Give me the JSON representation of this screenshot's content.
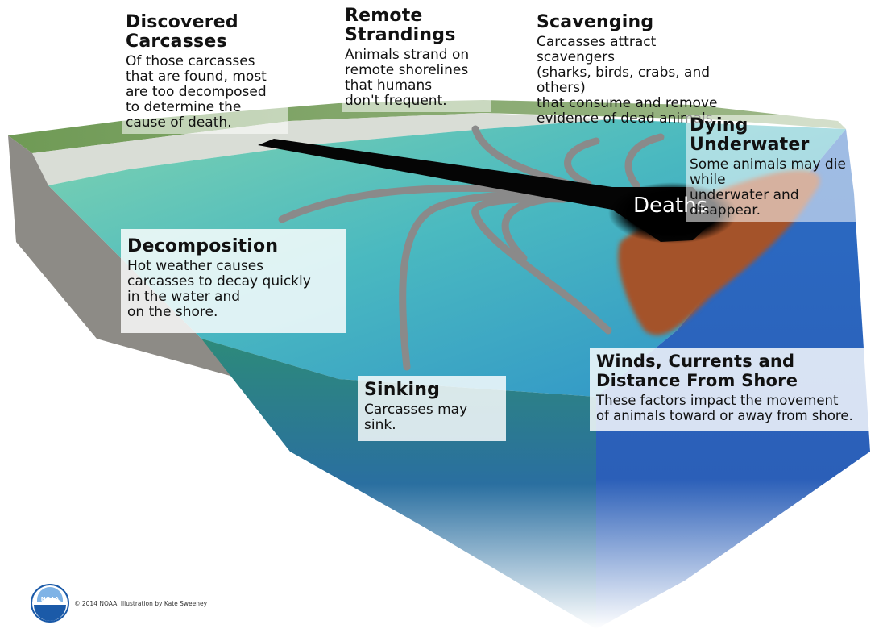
{
  "labels": {
    "discovered": {
      "title": "Discovered Carcasses",
      "lines": [
        "Of those carcasses",
        "that are found, most",
        "are too decomposed",
        "to determine the",
        "cause of death."
      ]
    },
    "remote": {
      "title": "Remote Strandings",
      "lines": [
        "Animals strand on",
        "remote shorelines",
        "that humans",
        "don't frequent."
      ]
    },
    "scavenging": {
      "title": "Scavenging",
      "lines": [
        "Carcasses attract scavengers",
        "(sharks, birds, crabs, and others)",
        "that consume and remove",
        "evidence of dead animals."
      ]
    },
    "dying": {
      "title": "Dying Underwater",
      "lines": [
        "Some animals may die while",
        "underwater and disappear."
      ]
    },
    "decomposition": {
      "title": "Decomposition",
      "lines": [
        "Hot weather causes",
        "carcasses to decay quickly",
        "in the water and",
        "on the shore."
      ]
    },
    "sinking": {
      "title": "Sinking",
      "lines": [
        "Carcasses may sink."
      ]
    },
    "winds": {
      "title": "Winds, Currents and Distance From Shore",
      "lines": [
        "These factors impact the movement",
        "of animals toward or away from shore."
      ]
    },
    "deaths": "Deaths"
  },
  "credit": {
    "logo_text": "NOAA",
    "text": "© 2014 NOAA.  Illustration by Kate Sweeney"
  },
  "colors": {
    "water_shallow": "#5fc7b4",
    "water_mid": "#2f9fc4",
    "water_deep": "#1f5fb0",
    "sediment": "#a4522c",
    "path_gray": "#8a8a8a",
    "deaths_black": "#050505",
    "grass": "#7aa25a",
    "sand": "#d8dcd4"
  }
}
